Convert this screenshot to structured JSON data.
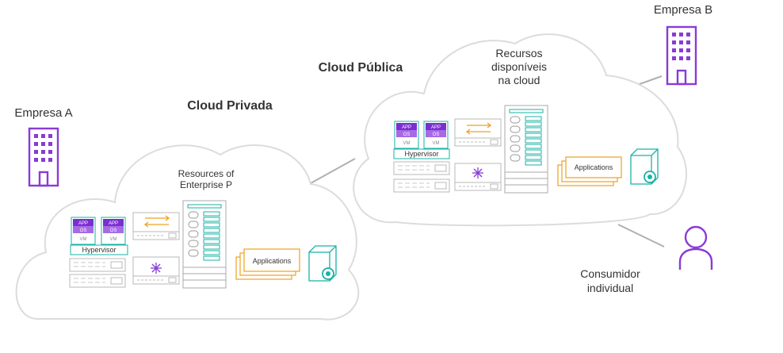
{
  "colors": {
    "purple": "#8a3ad6",
    "teal": "#17b3a6",
    "orange": "#f0a01e",
    "gray": "#b8b8b8",
    "cloud_stroke": "#dcdcdc"
  },
  "private_cloud": {
    "title": "Cloud Privada",
    "resources_label_line1": "Resources of",
    "resources_label_line2": "Enterprise P",
    "vm": {
      "app": "APP",
      "os": "OS",
      "vm": "VM"
    },
    "hypervisor": "Hypervisor",
    "applications": "Applications"
  },
  "public_cloud": {
    "title": "Cloud Pública",
    "resources_label_line1": "Recursos",
    "resources_label_line2": "disponíveis",
    "resources_label_line3": "na cloud",
    "vm": {
      "app": "APP",
      "os": "OS",
      "vm": "VM"
    },
    "hypervisor": "Hypervisor",
    "applications": "Applications"
  },
  "empresa_a": {
    "label": "Empresa A",
    "icon": "building-icon"
  },
  "empresa_b": {
    "label": "Empresa B",
    "icon": "building-icon"
  },
  "consumer": {
    "label_line1": "Consumidor",
    "label_line2": "individual",
    "icon": "person-icon"
  }
}
